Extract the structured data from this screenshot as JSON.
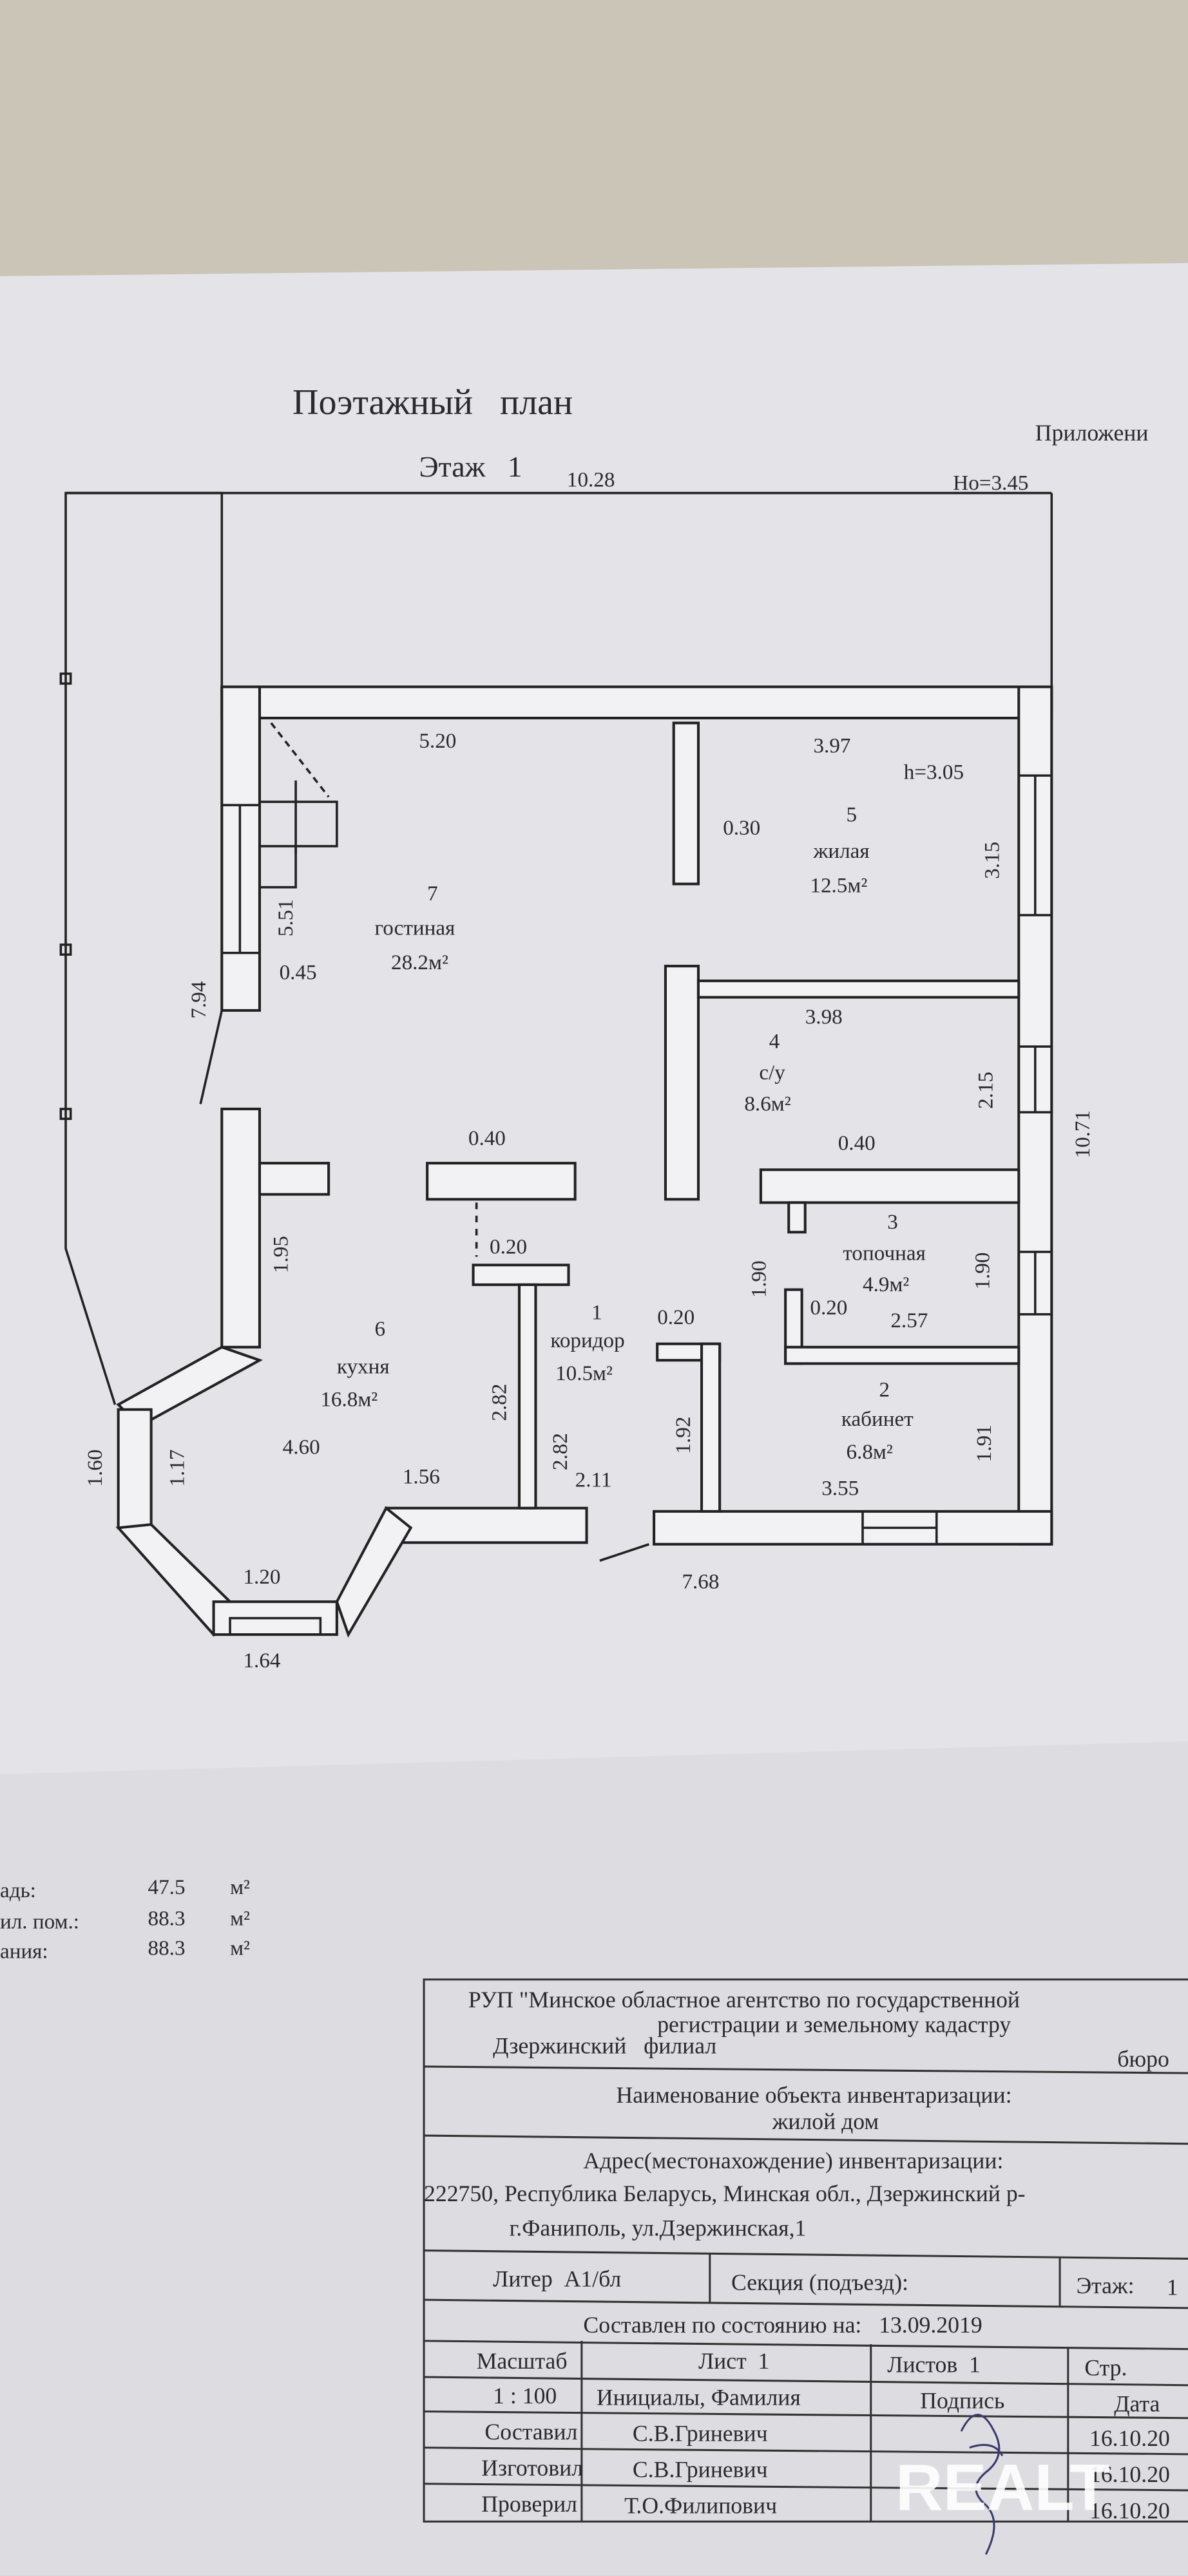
{
  "header": {
    "title": "Поэтажный   план",
    "floor": "Этаж   1",
    "appendix": "Приложени"
  },
  "plan": {
    "dimensions": {
      "total_width": "10.28",
      "ho": "Ho=3.45",
      "top_left": "5.20",
      "top_right": "3.97",
      "h": "h=3.05",
      "wall_030": "0.30",
      "d315": "3.15",
      "d551": "5.51",
      "d045": "0.45",
      "d794": "7.94",
      "d398": "3.98",
      "d215": "2.15",
      "d1071": "10.71",
      "d040a": "0.40",
      "d040b": "0.40",
      "d020a": "0.20",
      "d195": "1.95",
      "d190a": "1.90",
      "d190b": "1.90",
      "d020b": "0.20",
      "d020c": "0.20",
      "d257": "2.57",
      "d282a": "2.82",
      "d282b": "2.82",
      "d192": "1.92",
      "d191": "1.91",
      "d160": "1.60",
      "d117": "1.17",
      "d460": "4.60",
      "d156": "1.56",
      "d211": "2.11",
      "d355": "3.55",
      "d768": "7.68",
      "d120": "1.20",
      "d164": "1.64"
    },
    "rooms": [
      {
        "number": "1",
        "name": "коридор",
        "area": "10.5м²"
      },
      {
        "number": "2",
        "name": "кабинет",
        "area": "6.8м²"
      },
      {
        "number": "3",
        "name": "топочная",
        "area": "4.9м²"
      },
      {
        "number": "4",
        "name": "с/у",
        "area": "8.6м²"
      },
      {
        "number": "5",
        "name": "жилая",
        "area": "12.5м²"
      },
      {
        "number": "6",
        "name": "кухня",
        "area": "16.8м²"
      },
      {
        "number": "7",
        "name": "гостиная",
        "area": "28.2м²"
      }
    ]
  },
  "areas": [
    {
      "label": "адь:",
      "value": "47.5",
      "unit": "м²"
    },
    {
      "label": "ил. пом.:",
      "value": "88.3",
      "unit": "м²"
    },
    {
      "label": "ания:",
      "value": "88.3",
      "unit": "м²"
    }
  ],
  "stamp": {
    "org_line1": "РУП \"Минское областное агентство по государственной",
    "org_line2": "регистрации и земельному кадастру",
    "branch": "Дзержинский   филиал",
    "bureau": "бюро",
    "object_label": "Наименование объекта инвентаризации:",
    "object_value": "жилой дом",
    "address_label": "Адрес(местонахождение) инвентаризации:",
    "address_line1": "222750, Республика Беларусь, Минская обл., Дзержинский р-",
    "address_line2": "г.Фаниполь, ул.Дзержинская,1",
    "liter": "Литер  А1/бл",
    "section": "Секция (подъезд):",
    "floor_label": "Этаж:",
    "floor_value": "1",
    "compiled": "Составлен по состоянию на:   13.09.2019",
    "scale_label": "Масштаб",
    "sheet": "Лист  1",
    "sheets": "Листов  1",
    "page": "Стр.",
    "scale_value": "1 : 100",
    "col_name": "Инициалы, Фамилия",
    "col_sign": "Подпись",
    "col_date": "Дата",
    "rows": [
      {
        "role": "Составил",
        "name": "С.В.Гриневич",
        "date": "16.10.20"
      },
      {
        "role": "Изготовил",
        "name": "С.В.Гриневич",
        "date": "16.10.20"
      },
      {
        "role": "Проверил",
        "name": "Т.О.Филипович",
        "date": "16.10.20"
      }
    ]
  },
  "watermark": "REALT"
}
